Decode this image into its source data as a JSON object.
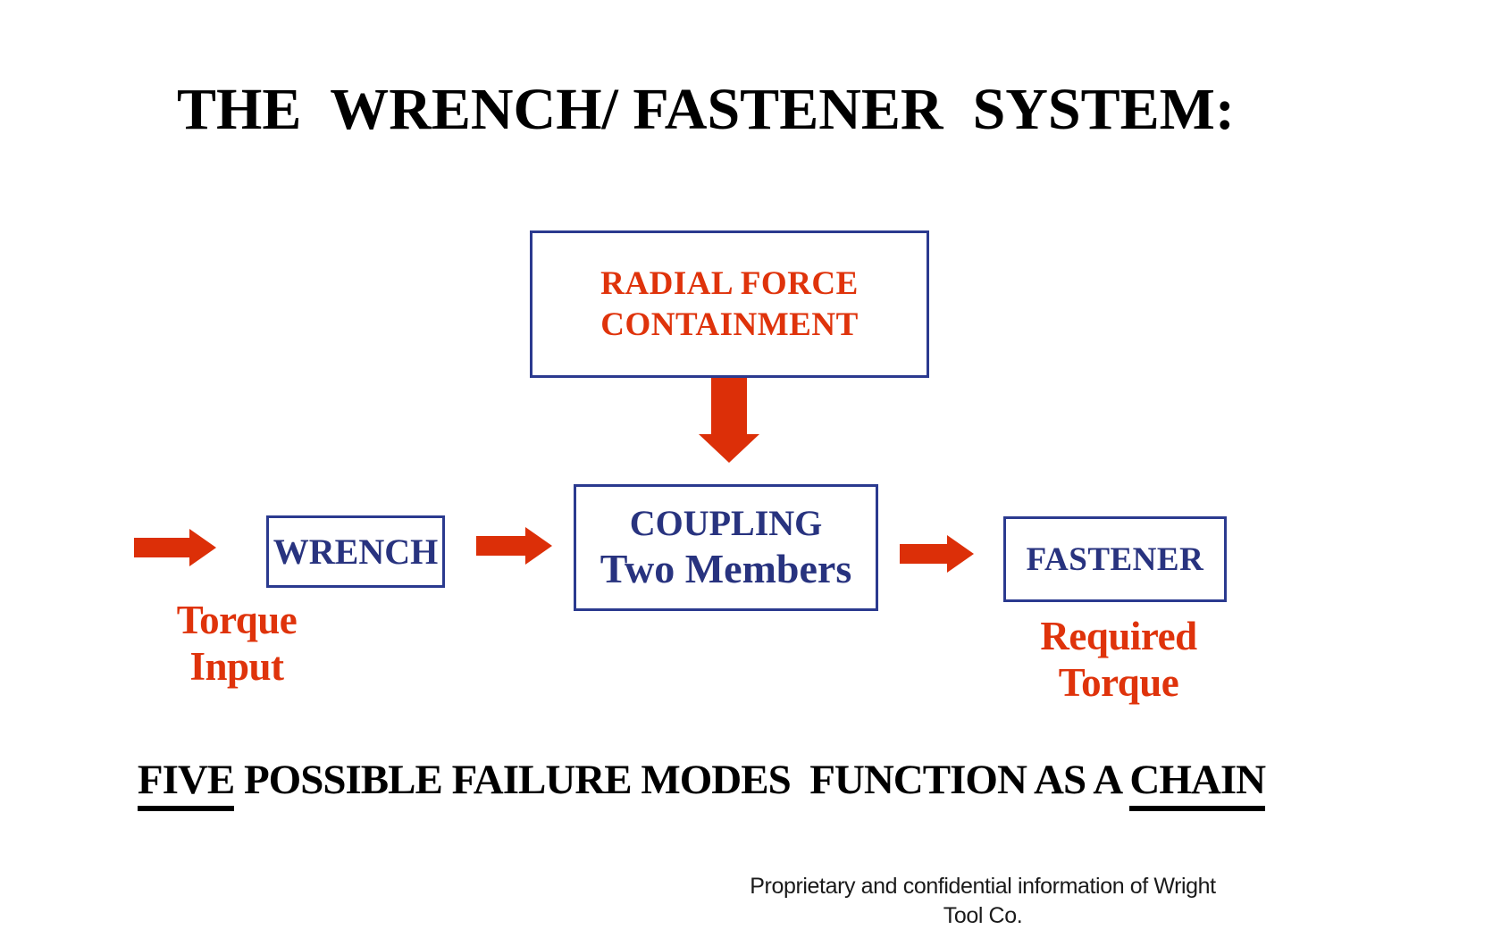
{
  "slide": {
    "title": "THE  WRENCH/ FASTENER  SYSTEM:"
  },
  "colors": {
    "accent_red": "#DC2F08",
    "red_text": "#DF330B",
    "navy_border": "#2B3A8F",
    "navy_text": "#28337F",
    "black_text": "#000000"
  },
  "diagram": {
    "radial_box": {
      "line1": "RADIAL FORCE",
      "line2": "CONTAINMENT"
    },
    "wrench_box": {
      "label": "WRENCH"
    },
    "coupling_box": {
      "line1": "COUPLING",
      "line2": "Two Members"
    },
    "fastener_box": {
      "label": "FASTENER"
    },
    "torque_input_label": {
      "line1": "Torque",
      "line2": "Input"
    },
    "required_torque_label": {
      "line1": "Required",
      "line2": "Torque"
    },
    "icons": {
      "flow_arrow": "arrow-right",
      "containment_arrow": "arrow-down"
    }
  },
  "bottom_statement": {
    "underlined_start": "FIVE",
    "middle": " POSSIBLE FAILURE MODES  FUNCTION AS A ",
    "underlined_end": "CHAIN"
  },
  "footer": {
    "line1": "Proprietary and confidential information of Wright",
    "line2": "Tool Co."
  }
}
